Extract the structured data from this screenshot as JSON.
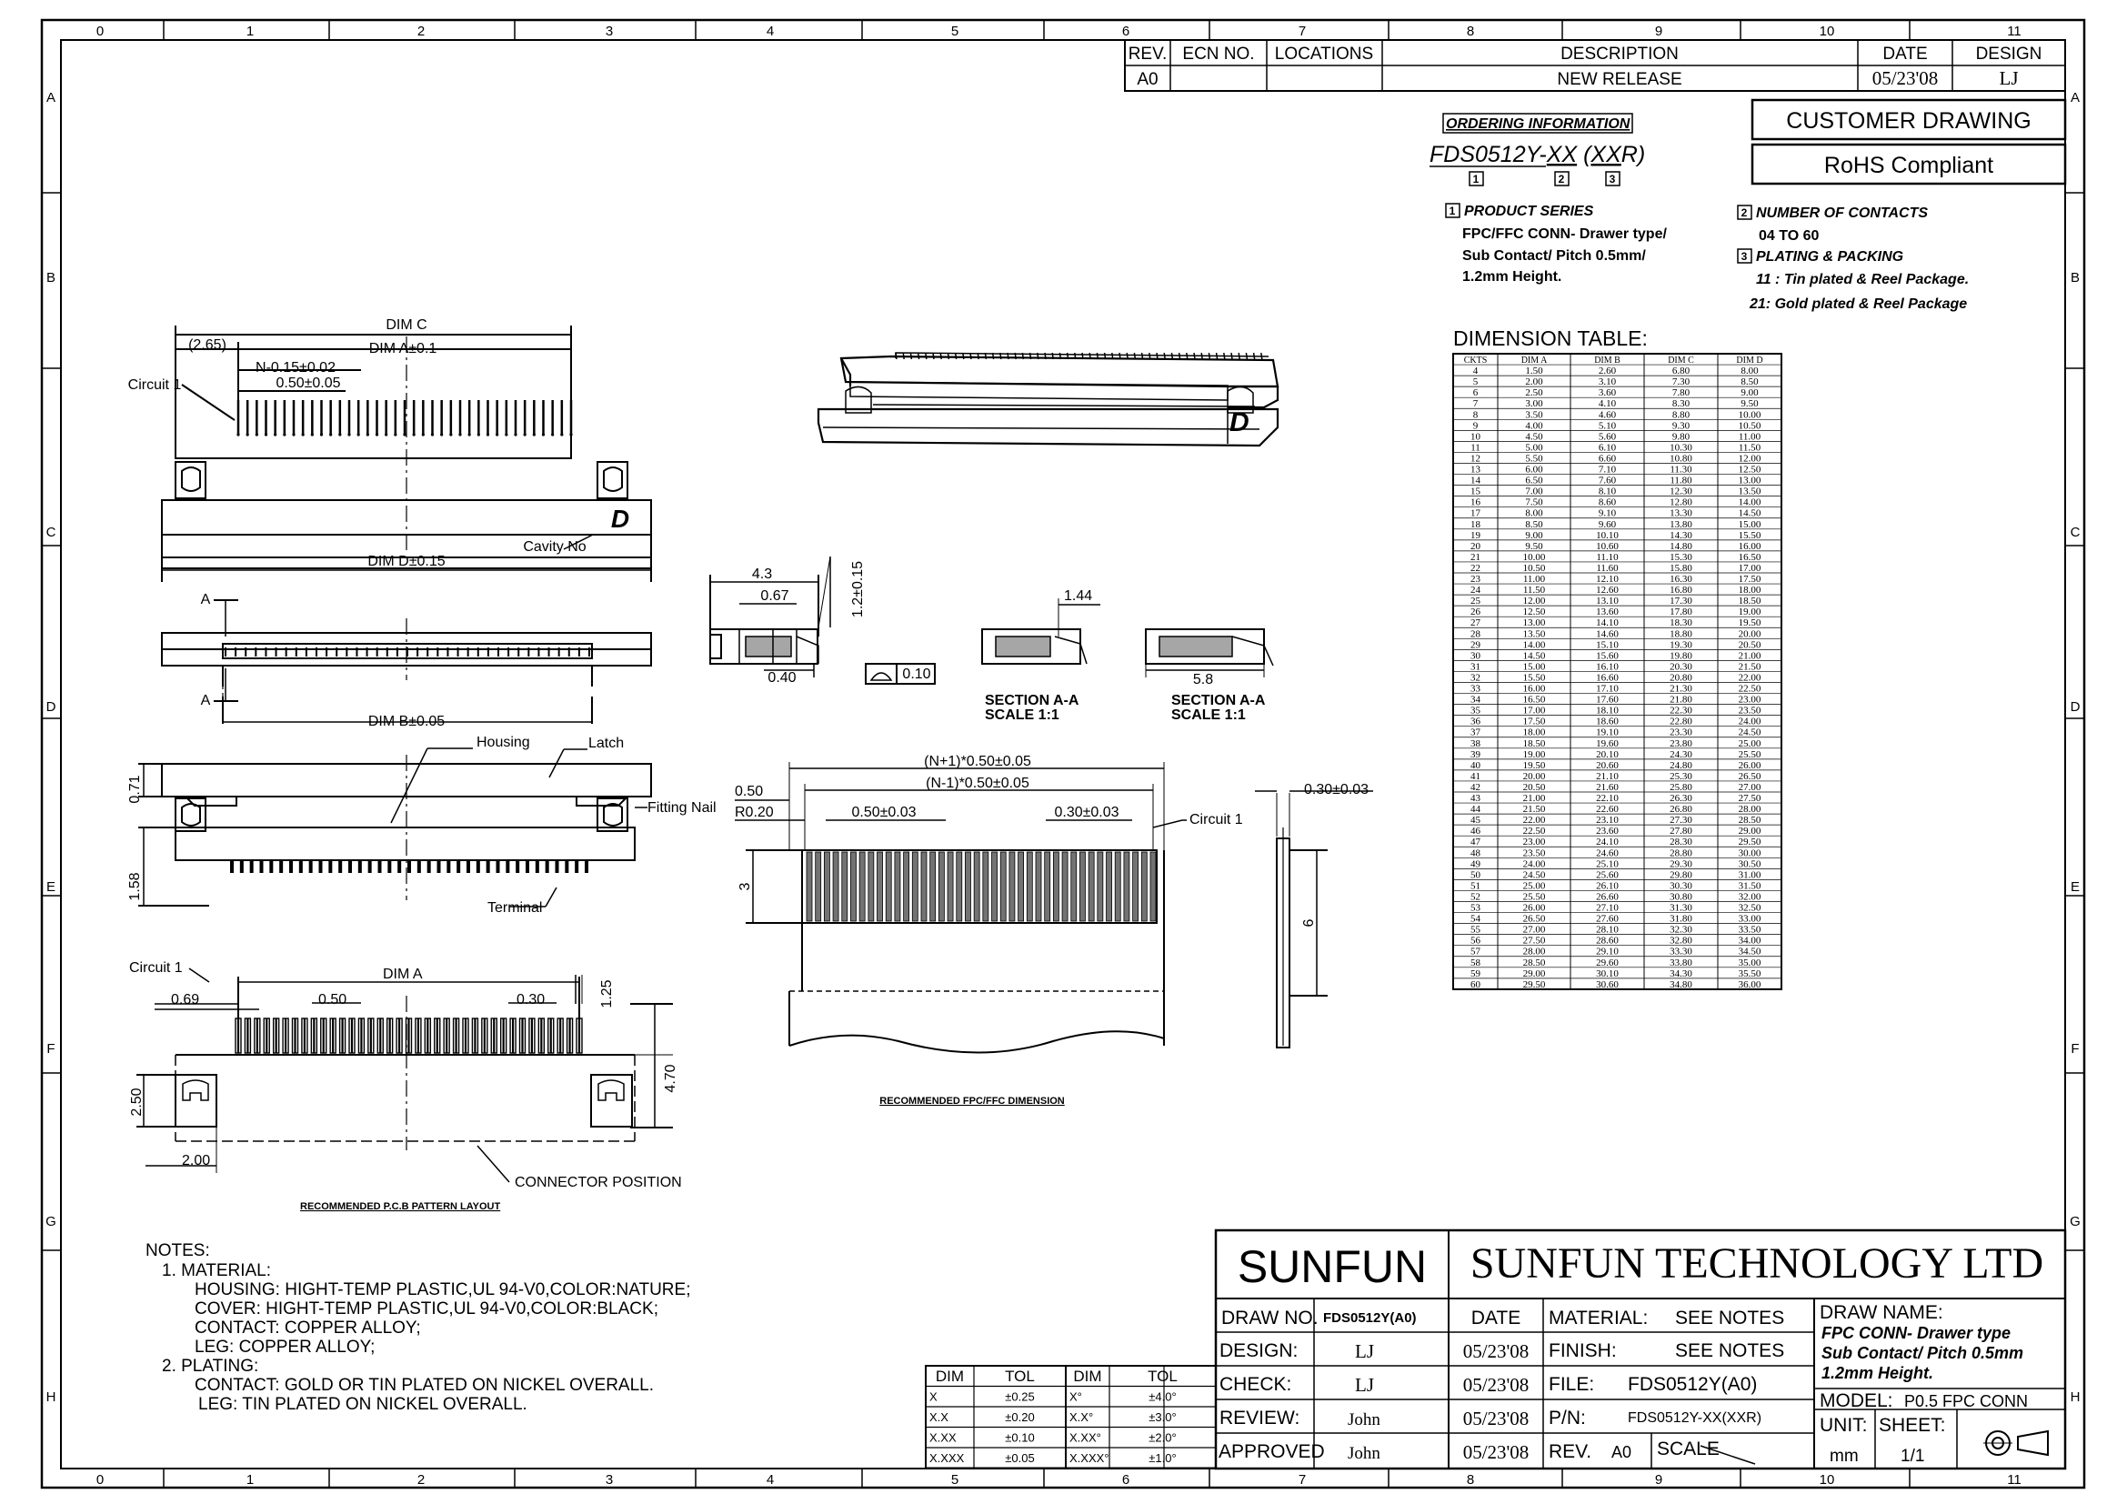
{
  "zone_cols": [
    "0",
    "1",
    "2",
    "3",
    "4",
    "5",
    "6",
    "7",
    "8",
    "9",
    "10",
    "11"
  ],
  "zone_rows": [
    "A",
    "B",
    "C",
    "D",
    "E",
    "F",
    "G",
    "H"
  ],
  "revision_block": {
    "headers": [
      "REV.",
      "ECN NO.",
      "LOCATIONS",
      "DESCRIPTION",
      "DATE",
      "DESIGN"
    ],
    "row": {
      "rev": "A0",
      "ecn": "",
      "locations": "",
      "description": "NEW RELEASE",
      "date": "05/23'08",
      "design": "LJ"
    }
  },
  "ordering": {
    "title": "ORDERING INFORMATION",
    "part_prefix": "FDS0512Y-",
    "part_xx1": "XX",
    "part_open": " (",
    "part_xx2": "XX",
    "part_close": "R)",
    "markers": [
      "1",
      "2",
      "3"
    ],
    "product_series_title": "PRODUCT SERIES",
    "product_series_lines": [
      "FPC/FFC CONN- Drawer type/",
      "Sub Contact/ Pitch 0.5mm/",
      "1.2mm Height."
    ],
    "contacts_title": "NUMBER OF CONTACTS",
    "contacts_range": "04 TO 60",
    "plating_title": "PLATING & PACKING",
    "plating_lines": [
      "11 : Tin plated & Reel Package.",
      "21: Gold plated & Reel Package"
    ]
  },
  "badges": {
    "customer_drawing": "CUSTOMER DRAWING",
    "rohs": "RoHS Compliant"
  },
  "dimension_table": {
    "title": "DIMENSION TABLE:",
    "headers": [
      "CKTS",
      "DIM A",
      "DIM B",
      "DIM C",
      "DIM D"
    ],
    "rows": [
      [
        "4",
        "1.50",
        "2.60",
        "6.80",
        "8.00"
      ],
      [
        "5",
        "2.00",
        "3.10",
        "7.30",
        "8.50"
      ],
      [
        "6",
        "2.50",
        "3.60",
        "7.80",
        "9.00"
      ],
      [
        "7",
        "3.00",
        "4.10",
        "8.30",
        "9.50"
      ],
      [
        "8",
        "3.50",
        "4.60",
        "8.80",
        "10.00"
      ],
      [
        "9",
        "4.00",
        "5.10",
        "9.30",
        "10.50"
      ],
      [
        "10",
        "4.50",
        "5.60",
        "9.80",
        "11.00"
      ],
      [
        "11",
        "5.00",
        "6.10",
        "10.30",
        "11.50"
      ],
      [
        "12",
        "5.50",
        "6.60",
        "10.80",
        "12.00"
      ],
      [
        "13",
        "6.00",
        "7.10",
        "11.30",
        "12.50"
      ],
      [
        "14",
        "6.50",
        "7.60",
        "11.80",
        "13.00"
      ],
      [
        "15",
        "7.00",
        "8.10",
        "12.30",
        "13.50"
      ],
      [
        "16",
        "7.50",
        "8.60",
        "12.80",
        "14.00"
      ],
      [
        "17",
        "8.00",
        "9.10",
        "13.30",
        "14.50"
      ],
      [
        "18",
        "8.50",
        "9.60",
        "13.80",
        "15.00"
      ],
      [
        "19",
        "9.00",
        "10.10",
        "14.30",
        "15.50"
      ],
      [
        "20",
        "9.50",
        "10.60",
        "14.80",
        "16.00"
      ],
      [
        "21",
        "10.00",
        "11.10",
        "15.30",
        "16.50"
      ],
      [
        "22",
        "10.50",
        "11.60",
        "15.80",
        "17.00"
      ],
      [
        "23",
        "11.00",
        "12.10",
        "16.30",
        "17.50"
      ],
      [
        "24",
        "11.50",
        "12.60",
        "16.80",
        "18.00"
      ],
      [
        "25",
        "12.00",
        "13.10",
        "17.30",
        "18.50"
      ],
      [
        "26",
        "12.50",
        "13.60",
        "17.80",
        "19.00"
      ],
      [
        "27",
        "13.00",
        "14.10",
        "18.30",
        "19.50"
      ],
      [
        "28",
        "13.50",
        "14.60",
        "18.80",
        "20.00"
      ],
      [
        "29",
        "14.00",
        "15.10",
        "19.30",
        "20.50"
      ],
      [
        "30",
        "14.50",
        "15.60",
        "19.80",
        "21.00"
      ],
      [
        "31",
        "15.00",
        "16.10",
        "20.30",
        "21.50"
      ],
      [
        "32",
        "15.50",
        "16.60",
        "20.80",
        "22.00"
      ],
      [
        "33",
        "16.00",
        "17.10",
        "21.30",
        "22.50"
      ],
      [
        "34",
        "16.50",
        "17.60",
        "21.80",
        "23.00"
      ],
      [
        "35",
        "17.00",
        "18.10",
        "22.30",
        "23.50"
      ],
      [
        "36",
        "17.50",
        "18.60",
        "22.80",
        "24.00"
      ],
      [
        "37",
        "18.00",
        "19.10",
        "23.30",
        "24.50"
      ],
      [
        "38",
        "18.50",
        "19.60",
        "23.80",
        "25.00"
      ],
      [
        "39",
        "19.00",
        "20.10",
        "24.30",
        "25.50"
      ],
      [
        "40",
        "19.50",
        "20.60",
        "24.80",
        "26.00"
      ],
      [
        "41",
        "20.00",
        "21.10",
        "25.30",
        "26.50"
      ],
      [
        "42",
        "20.50",
        "21.60",
        "25.80",
        "27.00"
      ],
      [
        "43",
        "21.00",
        "22.10",
        "26.30",
        "27.50"
      ],
      [
        "44",
        "21.50",
        "22.60",
        "26.80",
        "28.00"
      ],
      [
        "45",
        "22.00",
        "23.10",
        "27.30",
        "28.50"
      ],
      [
        "46",
        "22.50",
        "23.60",
        "27.80",
        "29.00"
      ],
      [
        "47",
        "23.00",
        "24.10",
        "28.30",
        "29.50"
      ],
      [
        "48",
        "23.50",
        "24.60",
        "28.80",
        "30.00"
      ],
      [
        "49",
        "24.00",
        "25.10",
        "29.30",
        "30.50"
      ],
      [
        "50",
        "24.50",
        "25.60",
        "29.80",
        "31.00"
      ],
      [
        "51",
        "25.00",
        "26.10",
        "30.30",
        "31.50"
      ],
      [
        "52",
        "25.50",
        "26.60",
        "30.80",
        "32.00"
      ],
      [
        "53",
        "26.00",
        "27.10",
        "31.30",
        "32.50"
      ],
      [
        "54",
        "26.50",
        "27.60",
        "31.80",
        "33.00"
      ],
      [
        "55",
        "27.00",
        "28.10",
        "32.30",
        "33.50"
      ],
      [
        "56",
        "27.50",
        "28.60",
        "32.80",
        "34.00"
      ],
      [
        "57",
        "28.00",
        "29.10",
        "33.30",
        "34.50"
      ],
      [
        "58",
        "28.50",
        "29.60",
        "33.80",
        "35.00"
      ],
      [
        "59",
        "29.00",
        "30.10",
        "34.30",
        "35.50"
      ],
      [
        "60",
        "29.50",
        "30.60",
        "34.80",
        "36.00"
      ]
    ]
  },
  "drawing_labels": {
    "dim_c": "DIM C",
    "dim_a_tol": "DIM A±0.1",
    "dim_265": "(2.65)",
    "n_pitch": "N-0.15±0.02",
    "pitch_050_05": "0.50±0.05",
    "circuit1": "Circuit 1",
    "cavity_no": "Cavity No",
    "cavity_letter": "D",
    "dim_d_tol": "DIM D±0.15",
    "section_a": "A",
    "dim_b_tol": "DIM B±0.05",
    "housing": "Housing",
    "latch": "Latch",
    "fitting_nail": "Fitting Nail",
    "terminal": "Terminal",
    "dim_071": "0.71",
    "dim_158": "1.58",
    "dim_a": "DIM A",
    "dim_069": "0.69",
    "dim_050": "0.50",
    "dim_030": "0.30",
    "dim_125": "1.25",
    "dim_470": "4.70",
    "dim_250": "2.50",
    "dim_200": "2.00",
    "connector_position": "CONNECTOR POSITION",
    "pcb_layout": "RECOMMENDED P.C.B PATTERN LAYOUT",
    "dim_43": "4.3",
    "dim_067": "0.67",
    "dim_12": "1.2±0.15",
    "dim_040": "0.40",
    "flat_tol": "0.10",
    "dim_144": "1.44",
    "dim_58": "5.8",
    "section_aa": "SECTION A-A",
    "scale_11": "SCALE    1:1",
    "np1": "(N+1)*0.50±0.05",
    "nm1": "(N-1)*0.50±0.05",
    "fpc_050": "0.50",
    "r020": "R0.20",
    "fpc_pitch": "0.50±0.03",
    "fpc_030": "0.30±0.03",
    "fpc_circuit1": "Circuit 1",
    "fpc_3": "3",
    "fpc_thk": "0.30±0.03",
    "fpc_6": "6",
    "fpc_dim_title": "RECOMMENDED FPC/FFC DIMENSION"
  },
  "notes": {
    "title": "NOTES:",
    "lines": [
      "1. MATERIAL:",
      "HOUSING: HIGHT-TEMP PLASTIC,UL 94-V0,COLOR:NATURE;",
      "COVER: HIGHT-TEMP PLASTIC,UL 94-V0,COLOR:BLACK;",
      "CONTACT: COPPER ALLOY;",
      "LEG: COPPER ALLOY;",
      "2. PLATING:",
      "CONTACT: GOLD OR TIN PLATED ON NICKEL OVERALL.",
      "LEG: TIN PLATED ON NICKEL OVERALL."
    ]
  },
  "tolerance_table": {
    "headers": [
      "DIM",
      "TOL",
      "DIM",
      "TOL"
    ],
    "rows": [
      [
        "X",
        "±0.25",
        "X°",
        "±4.0°"
      ],
      [
        "X.X",
        "±0.20",
        "X.X°",
        "±3.0°"
      ],
      [
        "X.XX",
        "±0.10",
        "X.XX°",
        "±2.0°"
      ],
      [
        "X.XXX",
        "±0.05",
        "X.XXX°",
        "±1.0°"
      ]
    ]
  },
  "title_block": {
    "logo": "SUNFUN",
    "company": "SUNFUN TECHNOLOGY LTD",
    "draw_no_label": "DRAW NO.",
    "draw_no": "FDS0512Y(A0)",
    "date_header": "DATE",
    "design_label": "DESIGN:",
    "design_by": "LJ",
    "design_date": "05/23'08",
    "check_label": "CHECK:",
    "check_by": "LJ",
    "check_date": "05/23'08",
    "review_label": "REVIEW:",
    "review_by": "John",
    "review_date": "05/23'08",
    "approved_label": "APPROVED",
    "approved_by": "John",
    "approved_date": "05/23'08",
    "material_label": "MATERIAL:",
    "material": "SEE  NOTES",
    "finish_label": "FINISH:",
    "finish": "SEE  NOTES",
    "file_label": "FILE:",
    "file": "FDS0512Y(A0)",
    "pn_label": "P/N:",
    "pn": "FDS0512Y-XX(XXR)",
    "rev_label": "REV.",
    "rev": "A0",
    "scale_label": "SCALE",
    "draw_name_label": "DRAW NAME:",
    "draw_name_lines": [
      "FPC CONN- Drawer type",
      "Sub Contact/ Pitch 0.5mm",
      "1.2mm Height."
    ],
    "model_label": "MODEL:",
    "model": "P0.5  FPC  CONN",
    "unit_label": "UNIT:",
    "unit": "mm",
    "sheet_label": "SHEET:",
    "sheet": "1/1"
  }
}
